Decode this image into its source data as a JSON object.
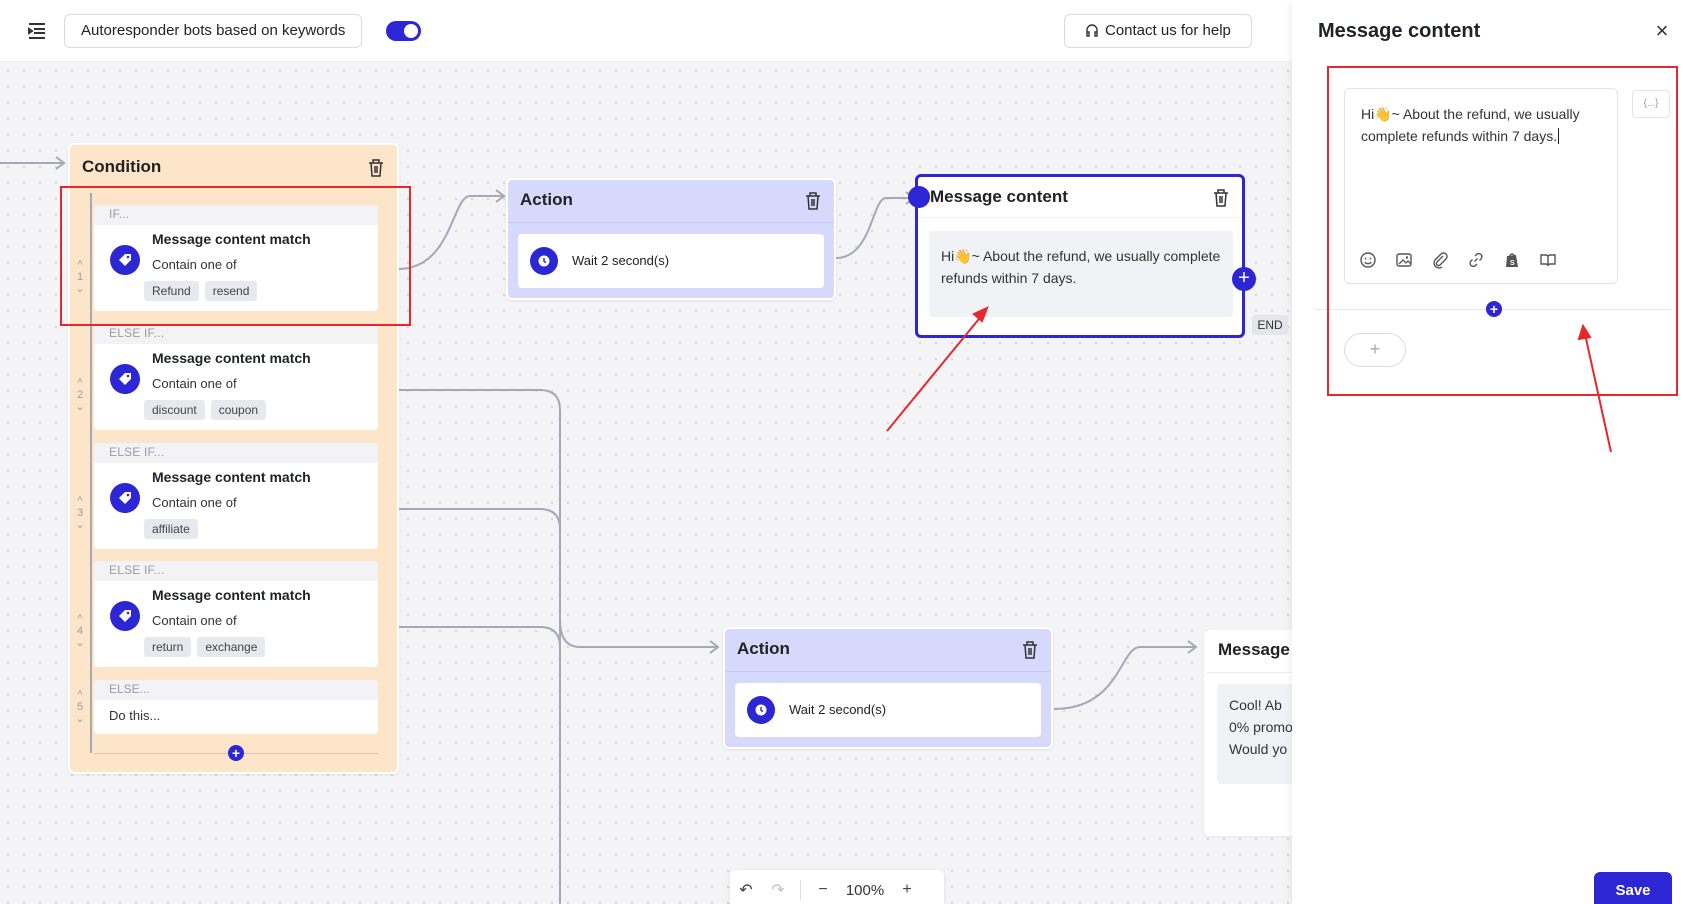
{
  "header": {
    "bot_title": "Autoresponder bots based on keywords",
    "help_label": "Contact us for help"
  },
  "condition": {
    "title": "Condition",
    "branches": [
      {
        "label": "IF...",
        "num": "1",
        "title": "Message content match",
        "subtitle": "Contain one of",
        "keywords": [
          "Refund",
          "resend"
        ]
      },
      {
        "label": "ELSE IF...",
        "num": "2",
        "title": "Message content match",
        "subtitle": "Contain one of",
        "keywords": [
          "discount",
          "coupon"
        ]
      },
      {
        "label": "ELSE IF...",
        "num": "3",
        "title": "Message content match",
        "subtitle": "Contain one of",
        "keywords": [
          "affiliate"
        ]
      },
      {
        "label": "ELSE IF...",
        "num": "4",
        "title": "Message content match",
        "subtitle": "Contain one of",
        "keywords": [
          "return",
          "exchange"
        ]
      }
    ],
    "else": {
      "label": "ELSE...",
      "num": "5",
      "text": "Do this..."
    }
  },
  "action1": {
    "title": "Action",
    "text": "Wait 2 second(s)"
  },
  "action2": {
    "title": "Action",
    "text": "Wait 2 second(s)"
  },
  "message1": {
    "title": "Message content",
    "body": "Hi👋~ About the refund, we usually complete refunds within 7 days.",
    "end_label": "END"
  },
  "message2": {
    "title": "Message content",
    "body": "Cool! Ab\n0% promo\nWould yo"
  },
  "toolbar": {
    "zoom": "100%",
    "zoom_out": "−",
    "zoom_in": "+"
  },
  "panel": {
    "title": "Message content",
    "editor_text": "Hi👋~ About the refund, we usually complete refunds within 7 days.",
    "var_label": "{...}",
    "add_label": "+",
    "save_label": "Save"
  },
  "colors": {
    "accent": "#2c26d4",
    "condition_bg": "#fde5c9",
    "action_bg": "#d6d9fb",
    "highlight": "#e8262b"
  }
}
